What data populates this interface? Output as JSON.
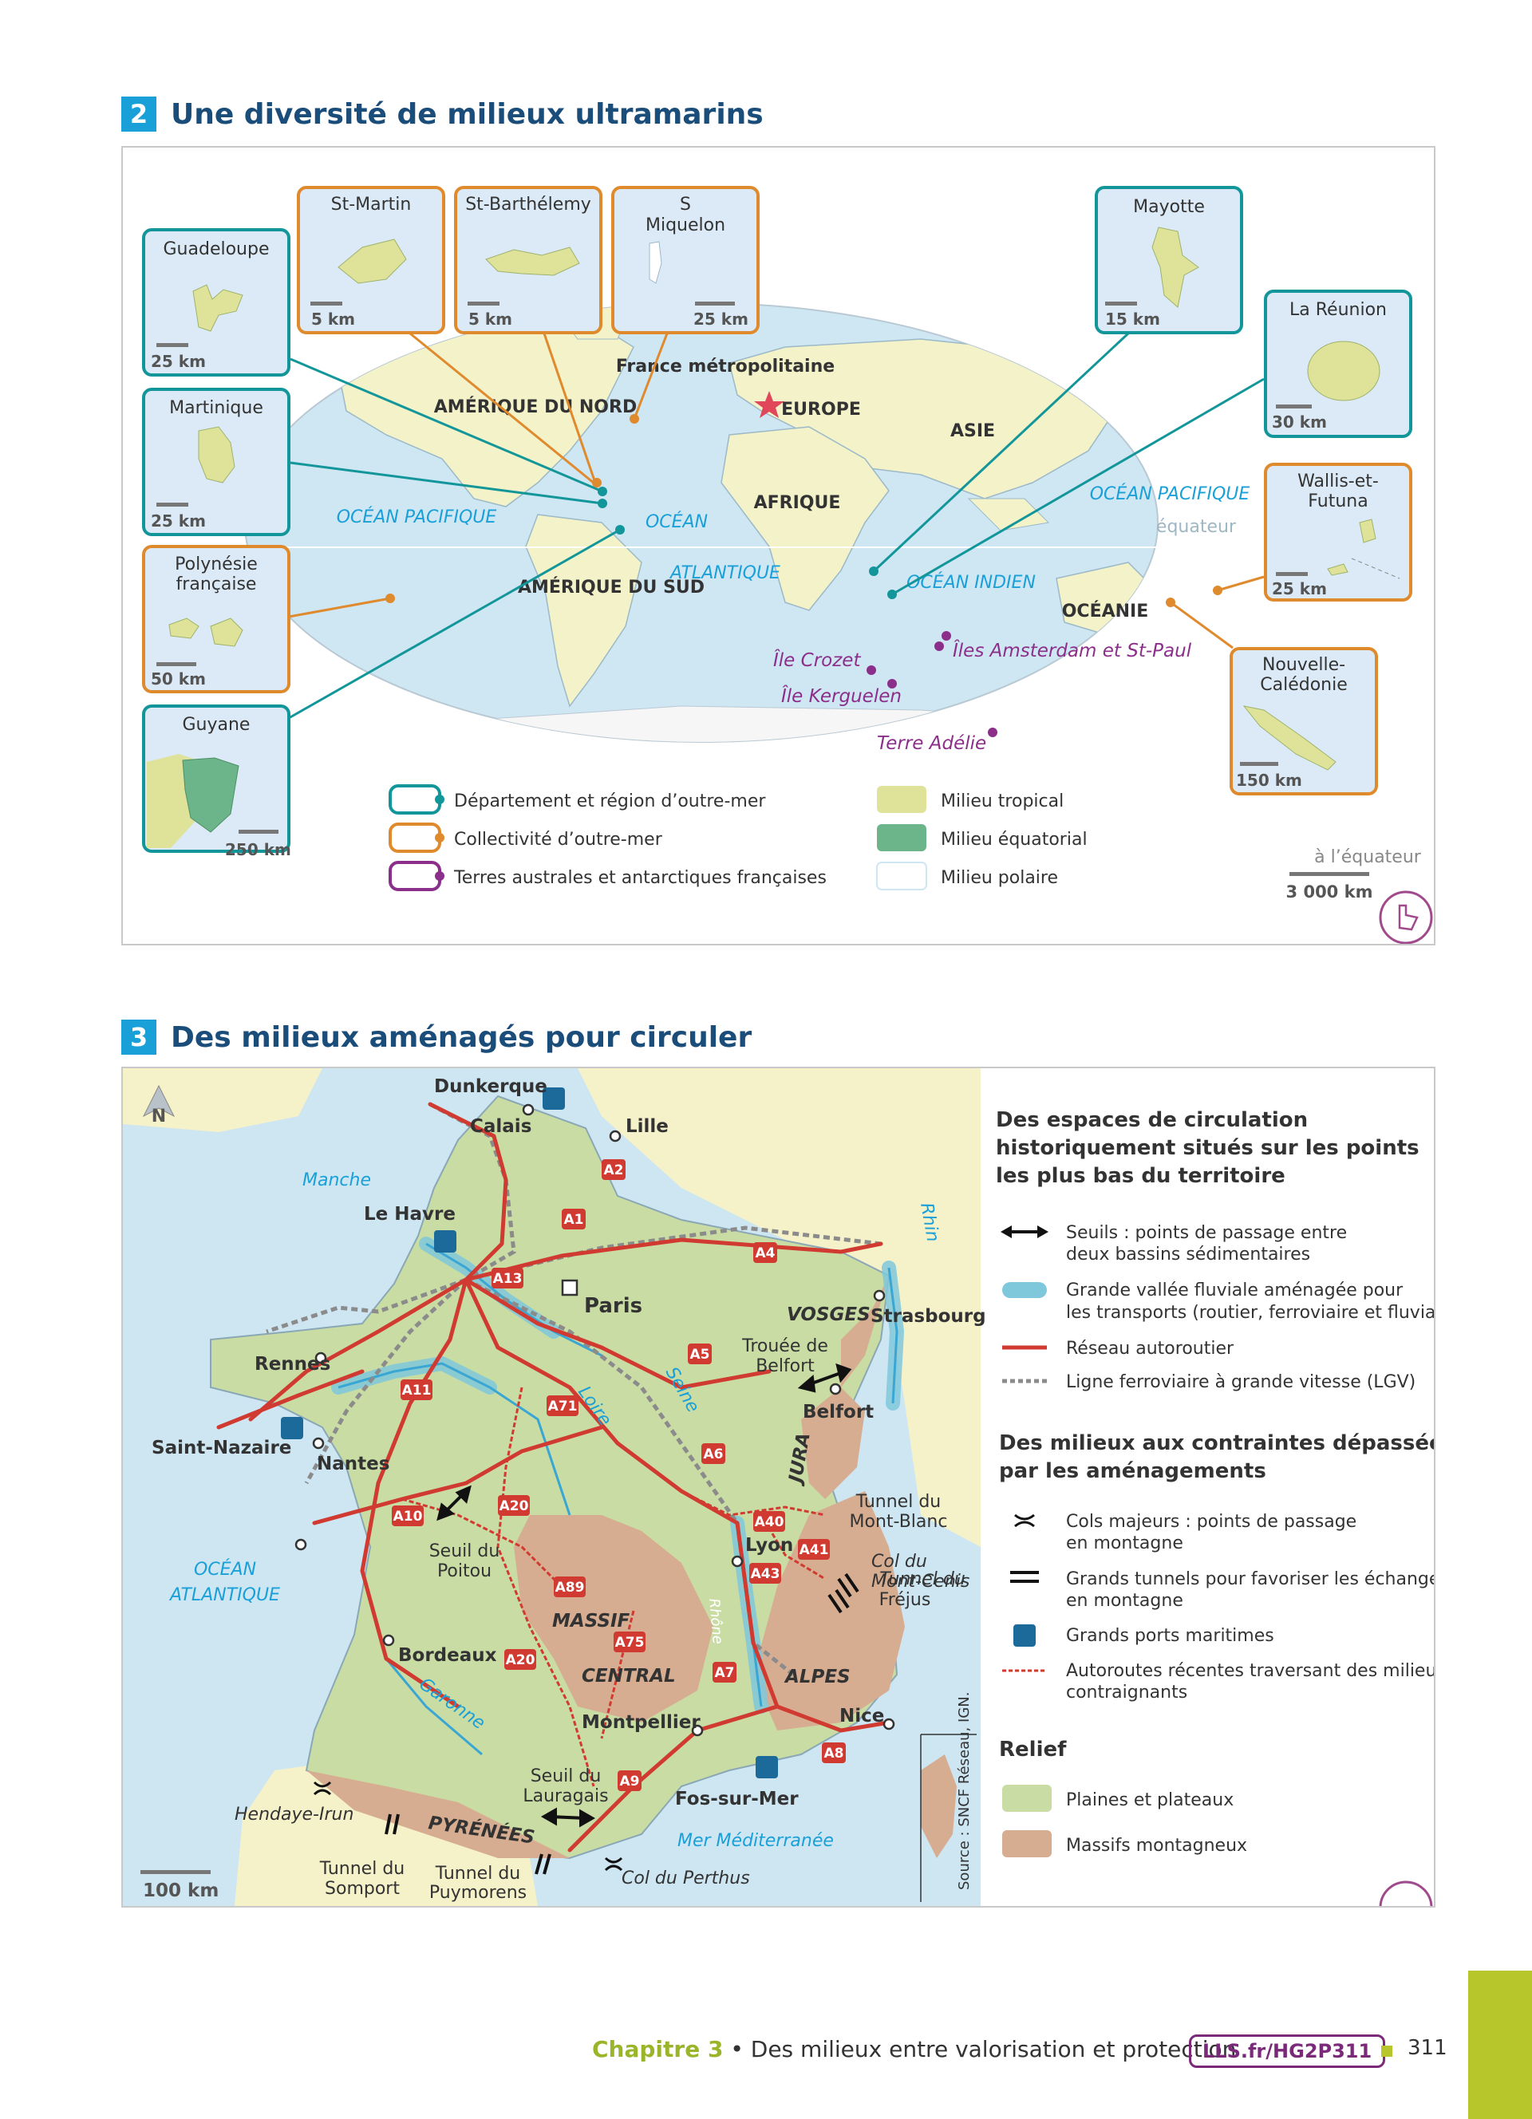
{
  "section2": {
    "number": "2",
    "title": "Une diversité de milieux ultramarins",
    "insets": [
      {
        "name": "Guadeloupe",
        "scale": "25 km",
        "status": "dom"
      },
      {
        "name": "St-Martin",
        "scale": "5 km",
        "status": "com"
      },
      {
        "name": "St-Barthélemy",
        "scale": "5 km",
        "status": "com"
      },
      {
        "name": "St-Pierre-et-Miquelon",
        "scale": "25 km",
        "status": "com"
      },
      {
        "name": "Martinique",
        "scale": "25 km",
        "status": "dom"
      },
      {
        "name": "Polynésie française",
        "scale": "50 km",
        "status": "com"
      },
      {
        "name": "Guyane",
        "scale": "250 km",
        "status": "dom"
      },
      {
        "name": "Mayotte",
        "scale": "15 km",
        "status": "dom"
      },
      {
        "name": "La Réunion",
        "scale": "30 km",
        "status": "dom"
      },
      {
        "name": "Wallis-et-Futuna",
        "scale": "25 km",
        "status": "com"
      },
      {
        "name": "Nouvelle-Calédonie",
        "scale": "150 km",
        "status": "com"
      }
    ],
    "labels": {
      "france": "France métropolitaine",
      "europe": "EUROPE",
      "asie": "ASIE",
      "afrique": "AFRIQUE",
      "am_nord": "AMÉRIQUE DU NORD",
      "am_sud": "AMÉRIQUE DU SUD",
      "oceanie": "OCÉANIE",
      "oc_pac_w": "OCÉAN PACIFIQUE",
      "oc_pac_e": "OCÉAN PACIFIQUE",
      "oc_atl_1": "OCÉAN",
      "oc_atl_2": "ATLANTIQUE",
      "oc_ind": "OCÉAN INDIEN",
      "equateur": "équateur",
      "crozet": "Île Crozet",
      "kerguelen": "Île Kerguelen",
      "amsterdam": "Îles Amsterdam et St-Paul",
      "adelie": "Terre Adélie"
    },
    "legend": {
      "dom": "Département et région d’outre-mer",
      "com": "Collectivité d’outre-mer",
      "taaf": "Terres australes et antarctiques françaises",
      "tropical": "Milieu tropical",
      "equatorial": "Milieu équatorial",
      "polaire": "Milieu polaire"
    },
    "scale_note": "à l’équateur",
    "scale": "3 000 km",
    "colors": {
      "dom": "#12969a",
      "com": "#e08a2e",
      "taaf": "#8b2f8b",
      "tropical": "#dfe39a",
      "equatorial": "#6cb58a",
      "polaire": "#ffffff",
      "ocean": "#cfe6f3"
    }
  },
  "section3": {
    "number": "3",
    "title": "Des milieux aménagés pour circuler",
    "north": "N",
    "cities": [
      "Dunkerque",
      "Calais",
      "Lille",
      "Le Havre",
      "Paris",
      "Strasbourg",
      "Rennes",
      "Saint-Nazaire",
      "Nantes",
      "Belfort",
      "Lyon",
      "Bordeaux",
      "Montpellier",
      "Nice",
      "Fos-sur-Mer"
    ],
    "roads": [
      "A1",
      "A2",
      "A4",
      "A5",
      "A6",
      "A7",
      "A8",
      "A9",
      "A10",
      "A11",
      "A13",
      "A20",
      "A20",
      "A40",
      "A41",
      "A43",
      "A71",
      "A75",
      "A89"
    ],
    "places": {
      "manche": "Manche",
      "rhin": "Rhin",
      "seine": "Seine",
      "loire": "Loire",
      "rhone": "Rhône",
      "garonne": "Garonne",
      "vosges": "VOSGES",
      "jura": "JURA",
      "alpes": "ALPES",
      "massif1": "MASSIF",
      "massif2": "CENTRAL",
      "pyrenees": "PYRÉNÉES",
      "atl1": "OCÉAN",
      "atl2": "ATLANTIQUE",
      "med": "Mer Méditerranée",
      "trouee": "Trouée de Belfort",
      "poitou": "Seuil du Poitou",
      "lauragais": "Seuil du Lauragais",
      "montblanc": "Tunnel du Mont-Blanc",
      "montcenis": "Col du Mont-Cenis",
      "frejus": "Tunnel du Fréjus",
      "hendaye": "Hendaye-Irun",
      "somport": "Tunnel du Somport",
      "puymorens": "Tunnel du Puymorens",
      "perthus": "Col du Perthus"
    },
    "scale": "100 km",
    "source": "Source : SNCF Réseau, IGN.",
    "legend": {
      "h1": "Des espaces de circulation historiquement situés sur les points les plus bas du territoire",
      "seuils": "Seuils : points de passage entre deux bassins sédimentaires",
      "vallee": "Grande vallée fluviale aménagée pour les transports (routier, ferroviaire et fluvial)",
      "autoroute": "Réseau autoroutier",
      "lgv": "Ligne ferroviaire à grande vitesse (LGV)",
      "h2": "Des milieux aux contraintes dépassées par les aménagements",
      "cols": "Cols majeurs : points de passage en montagne",
      "tunnels": "Grands tunnels pour favoriser les échanges en montagne",
      "ports": "Grands ports maritimes",
      "recentes": "Autoroutes récentes traversant des milieux contraignants",
      "h3": "Relief",
      "plaines": "Plaines et plateaux",
      "massifs": "Massifs montagneux"
    },
    "colors": {
      "plaines": "#c9dca4",
      "massifs": "#d7ad91",
      "road": "#d03a30",
      "valley": "#7fc8dc",
      "sea": "#cde6f2"
    }
  },
  "footer": {
    "chapter": "Chapitre 3",
    "sep": " • ",
    "title": "Des milieux entre valorisation et protection",
    "link": "LLS.fr/HG2P311",
    "page": "311"
  }
}
